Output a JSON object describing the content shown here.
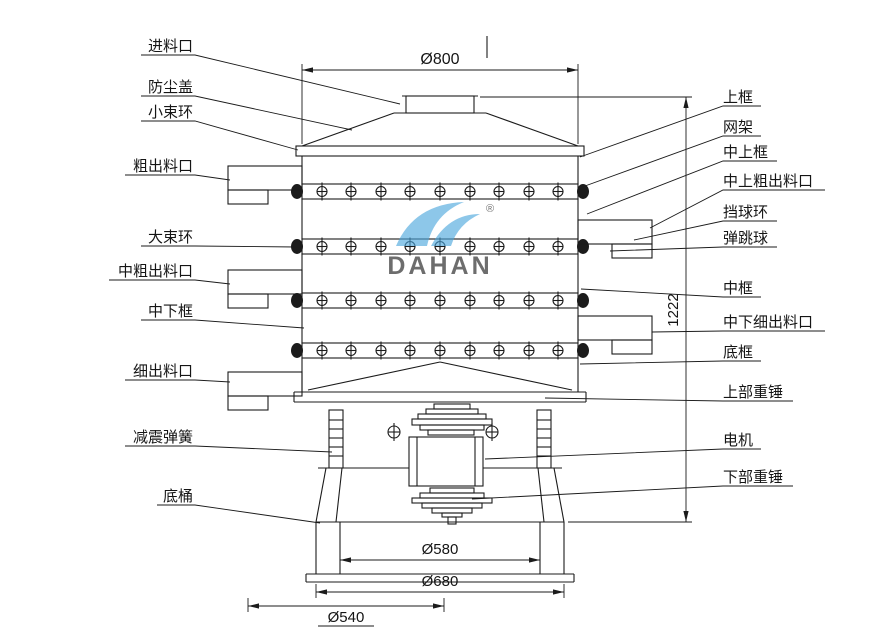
{
  "watermark": {
    "brand": "DAHAN",
    "registered": "®",
    "color": "#4aa0d4"
  },
  "labels_left": [
    "进料口",
    "防尘盖",
    "小束环",
    "粗出料口",
    "大束环",
    "中粗出料口",
    "中下框",
    "细出料口",
    "减震弹簧",
    "底桶"
  ],
  "labels_right": [
    "上框",
    "网架",
    "中上框",
    "中上粗出料口",
    "挡球环",
    "弹跳球",
    "中框",
    "中下细出料口",
    "底框",
    "上部重锤",
    "电机",
    "下部重锤"
  ],
  "dimensions": {
    "top_diameter": "Ø800",
    "overall_height": "1222",
    "inner_diameter": "Ø580",
    "outer_diameter": "Ø680",
    "bottom_diameter": "Ø540"
  }
}
